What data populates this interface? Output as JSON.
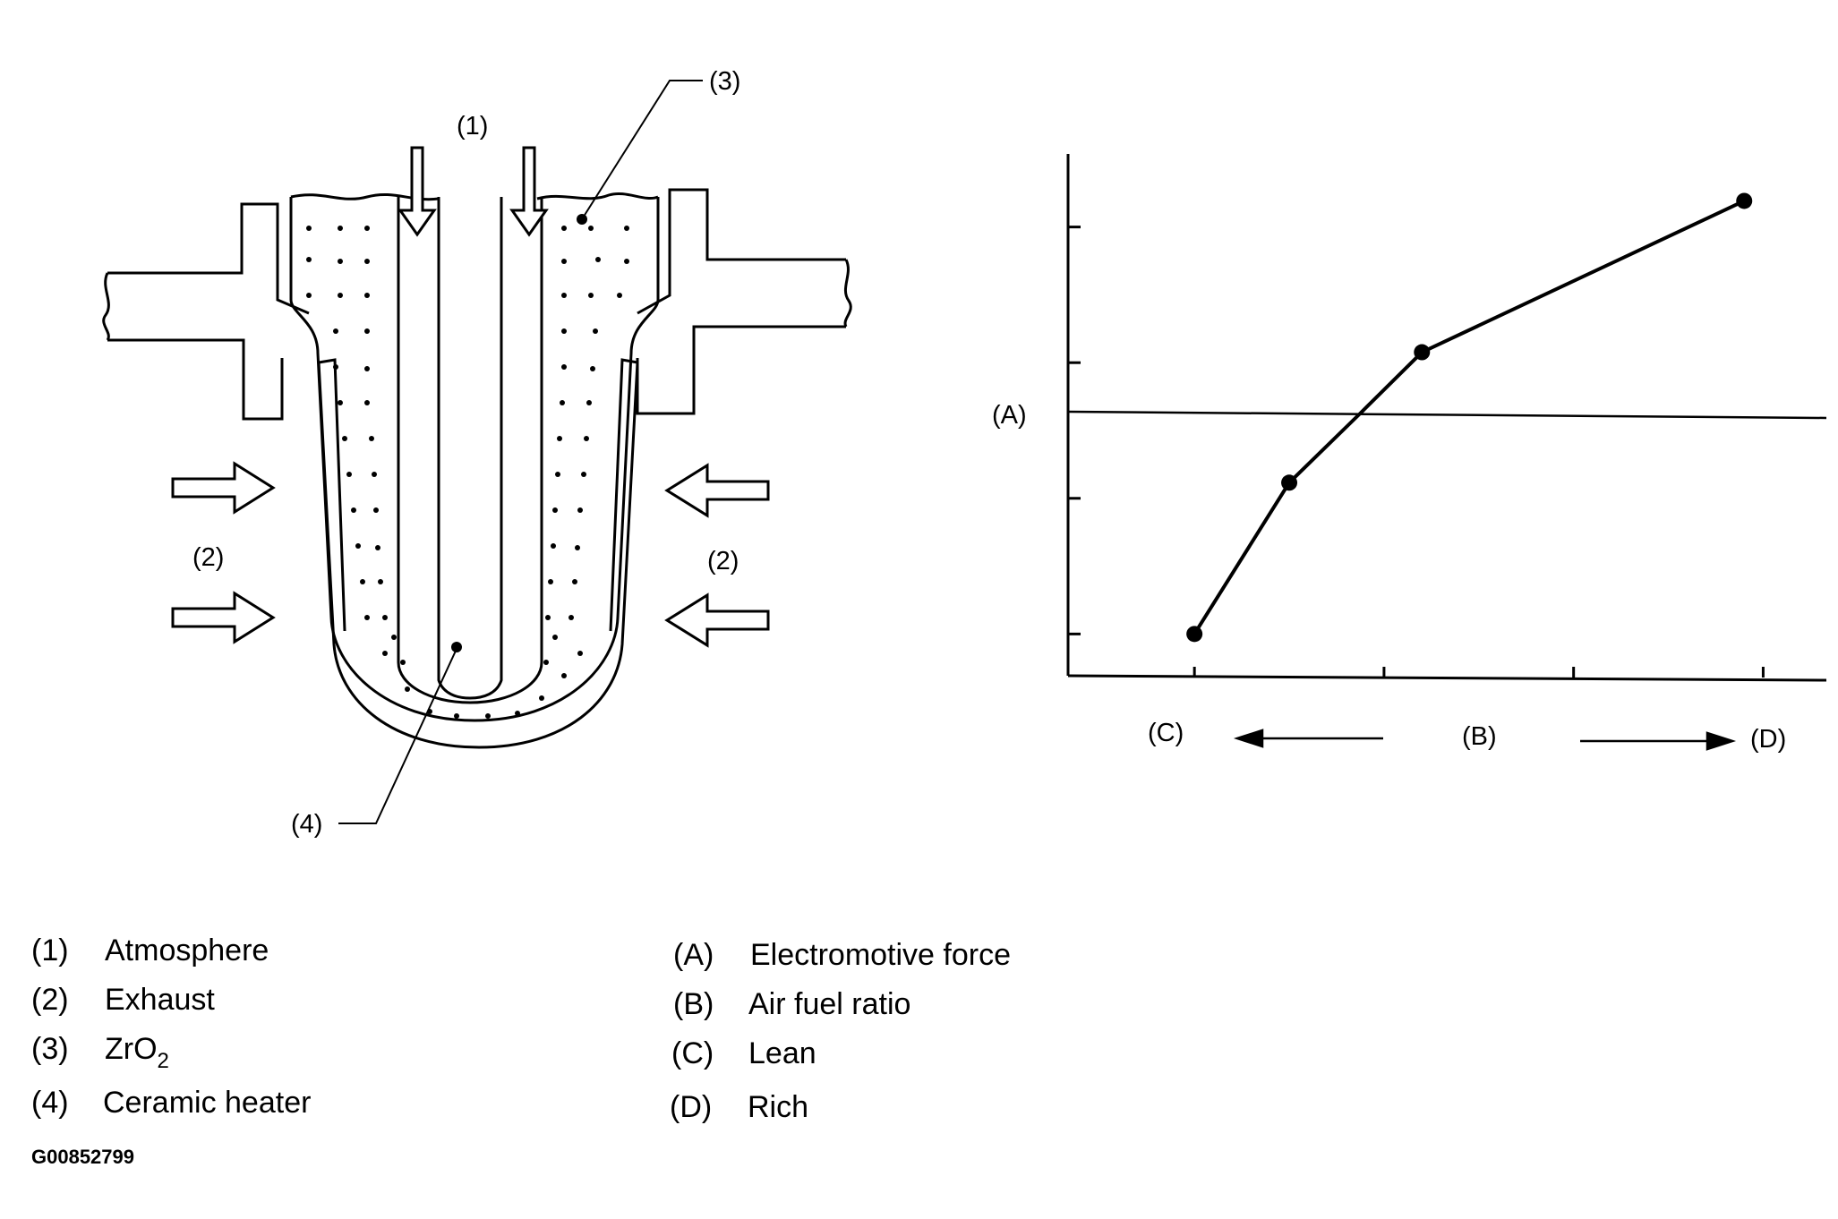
{
  "diagram": {
    "labels": {
      "n1": "(1)",
      "n2": "(2)",
      "n3": "(3)",
      "n4": "(4)",
      "a": "(A)",
      "b": "(B)",
      "c": "(C)",
      "d": "(D)"
    },
    "legend_left": [
      {
        "num": "(1)",
        "text": "Atmosphere"
      },
      {
        "num": "(2)",
        "text": "Exhaust"
      },
      {
        "num": "(3)",
        "text": "ZrO",
        "sub": "2"
      },
      {
        "num": "(4)",
        "text": "Ceramic heater"
      }
    ],
    "legend_right": [
      {
        "num": "(A)",
        "text": "Electromotive force"
      },
      {
        "num": "(B)",
        "text": "Air fuel ratio"
      },
      {
        "num": "(C)",
        "text": "Lean"
      },
      {
        "num": "(D)",
        "text": "Rich"
      }
    ],
    "figure_code": "G00852799"
  },
  "chart_data": {
    "type": "line",
    "xlabel": "(B)",
    "ylabel": "(A)",
    "x_left_label": "(C)",
    "x_right_label": "(D)",
    "reference_line": "(A)",
    "points": [
      {
        "x": 1.0,
        "y": 0.4
      },
      {
        "x": 1.75,
        "y": 1.85
      },
      {
        "x": 2.8,
        "y": 3.1
      },
      {
        "x": 5.35,
        "y": 4.55
      }
    ],
    "xlim": [
      0,
      6
    ],
    "ylim": [
      0,
      5
    ],
    "grid": false
  }
}
